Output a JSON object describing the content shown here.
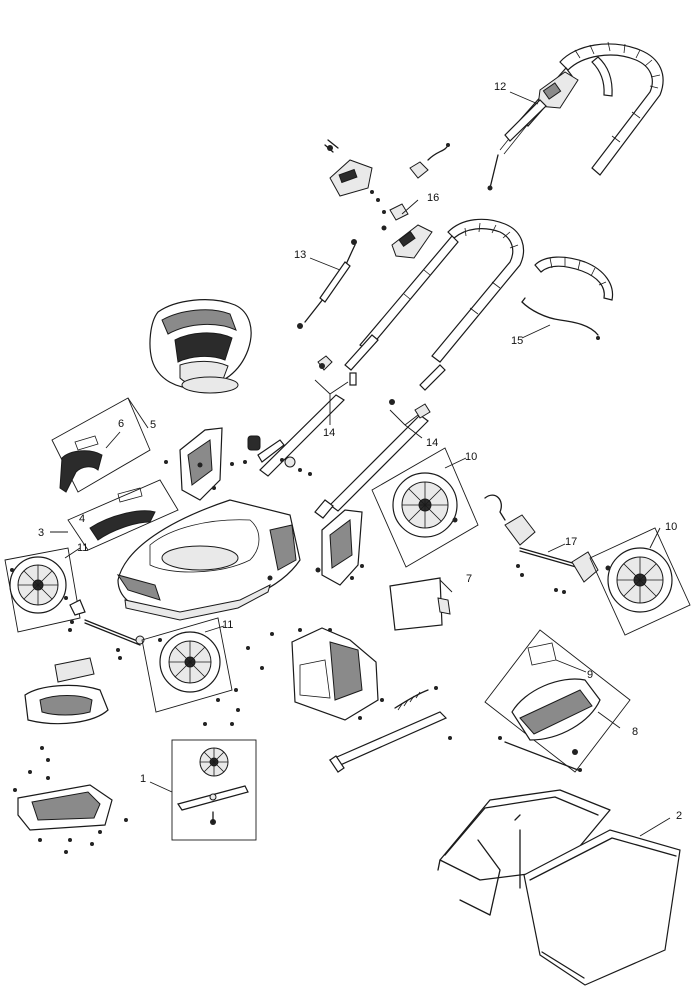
{
  "diagram": {
    "labels": {
      "p1": "1",
      "p2": "2",
      "p3": "3",
      "p4": "4",
      "p5": "5",
      "p6": "6",
      "p7": "7",
      "p8": "8",
      "p9": "9",
      "p10a": "10",
      "p10b": "10",
      "p11a": "11",
      "p11b": "11",
      "p12": "12",
      "p13": "13",
      "p14a": "14",
      "p14b": "14",
      "p15": "15",
      "p16": "16",
      "p17": "17"
    }
  }
}
